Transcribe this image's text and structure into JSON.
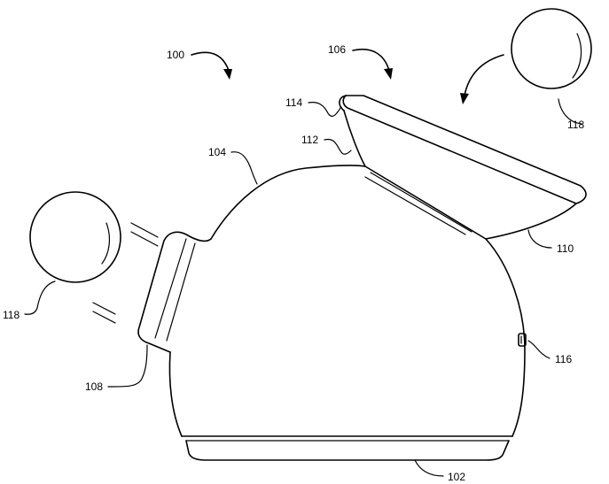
{
  "figure": {
    "labels": {
      "device": "100",
      "base": "102",
      "body": "104",
      "top_arrow": "106",
      "side_lid": "108",
      "top_lid": "110",
      "neck": "112",
      "rim": "114",
      "button": "116",
      "ball_left": "118",
      "ball_right": "118"
    }
  }
}
